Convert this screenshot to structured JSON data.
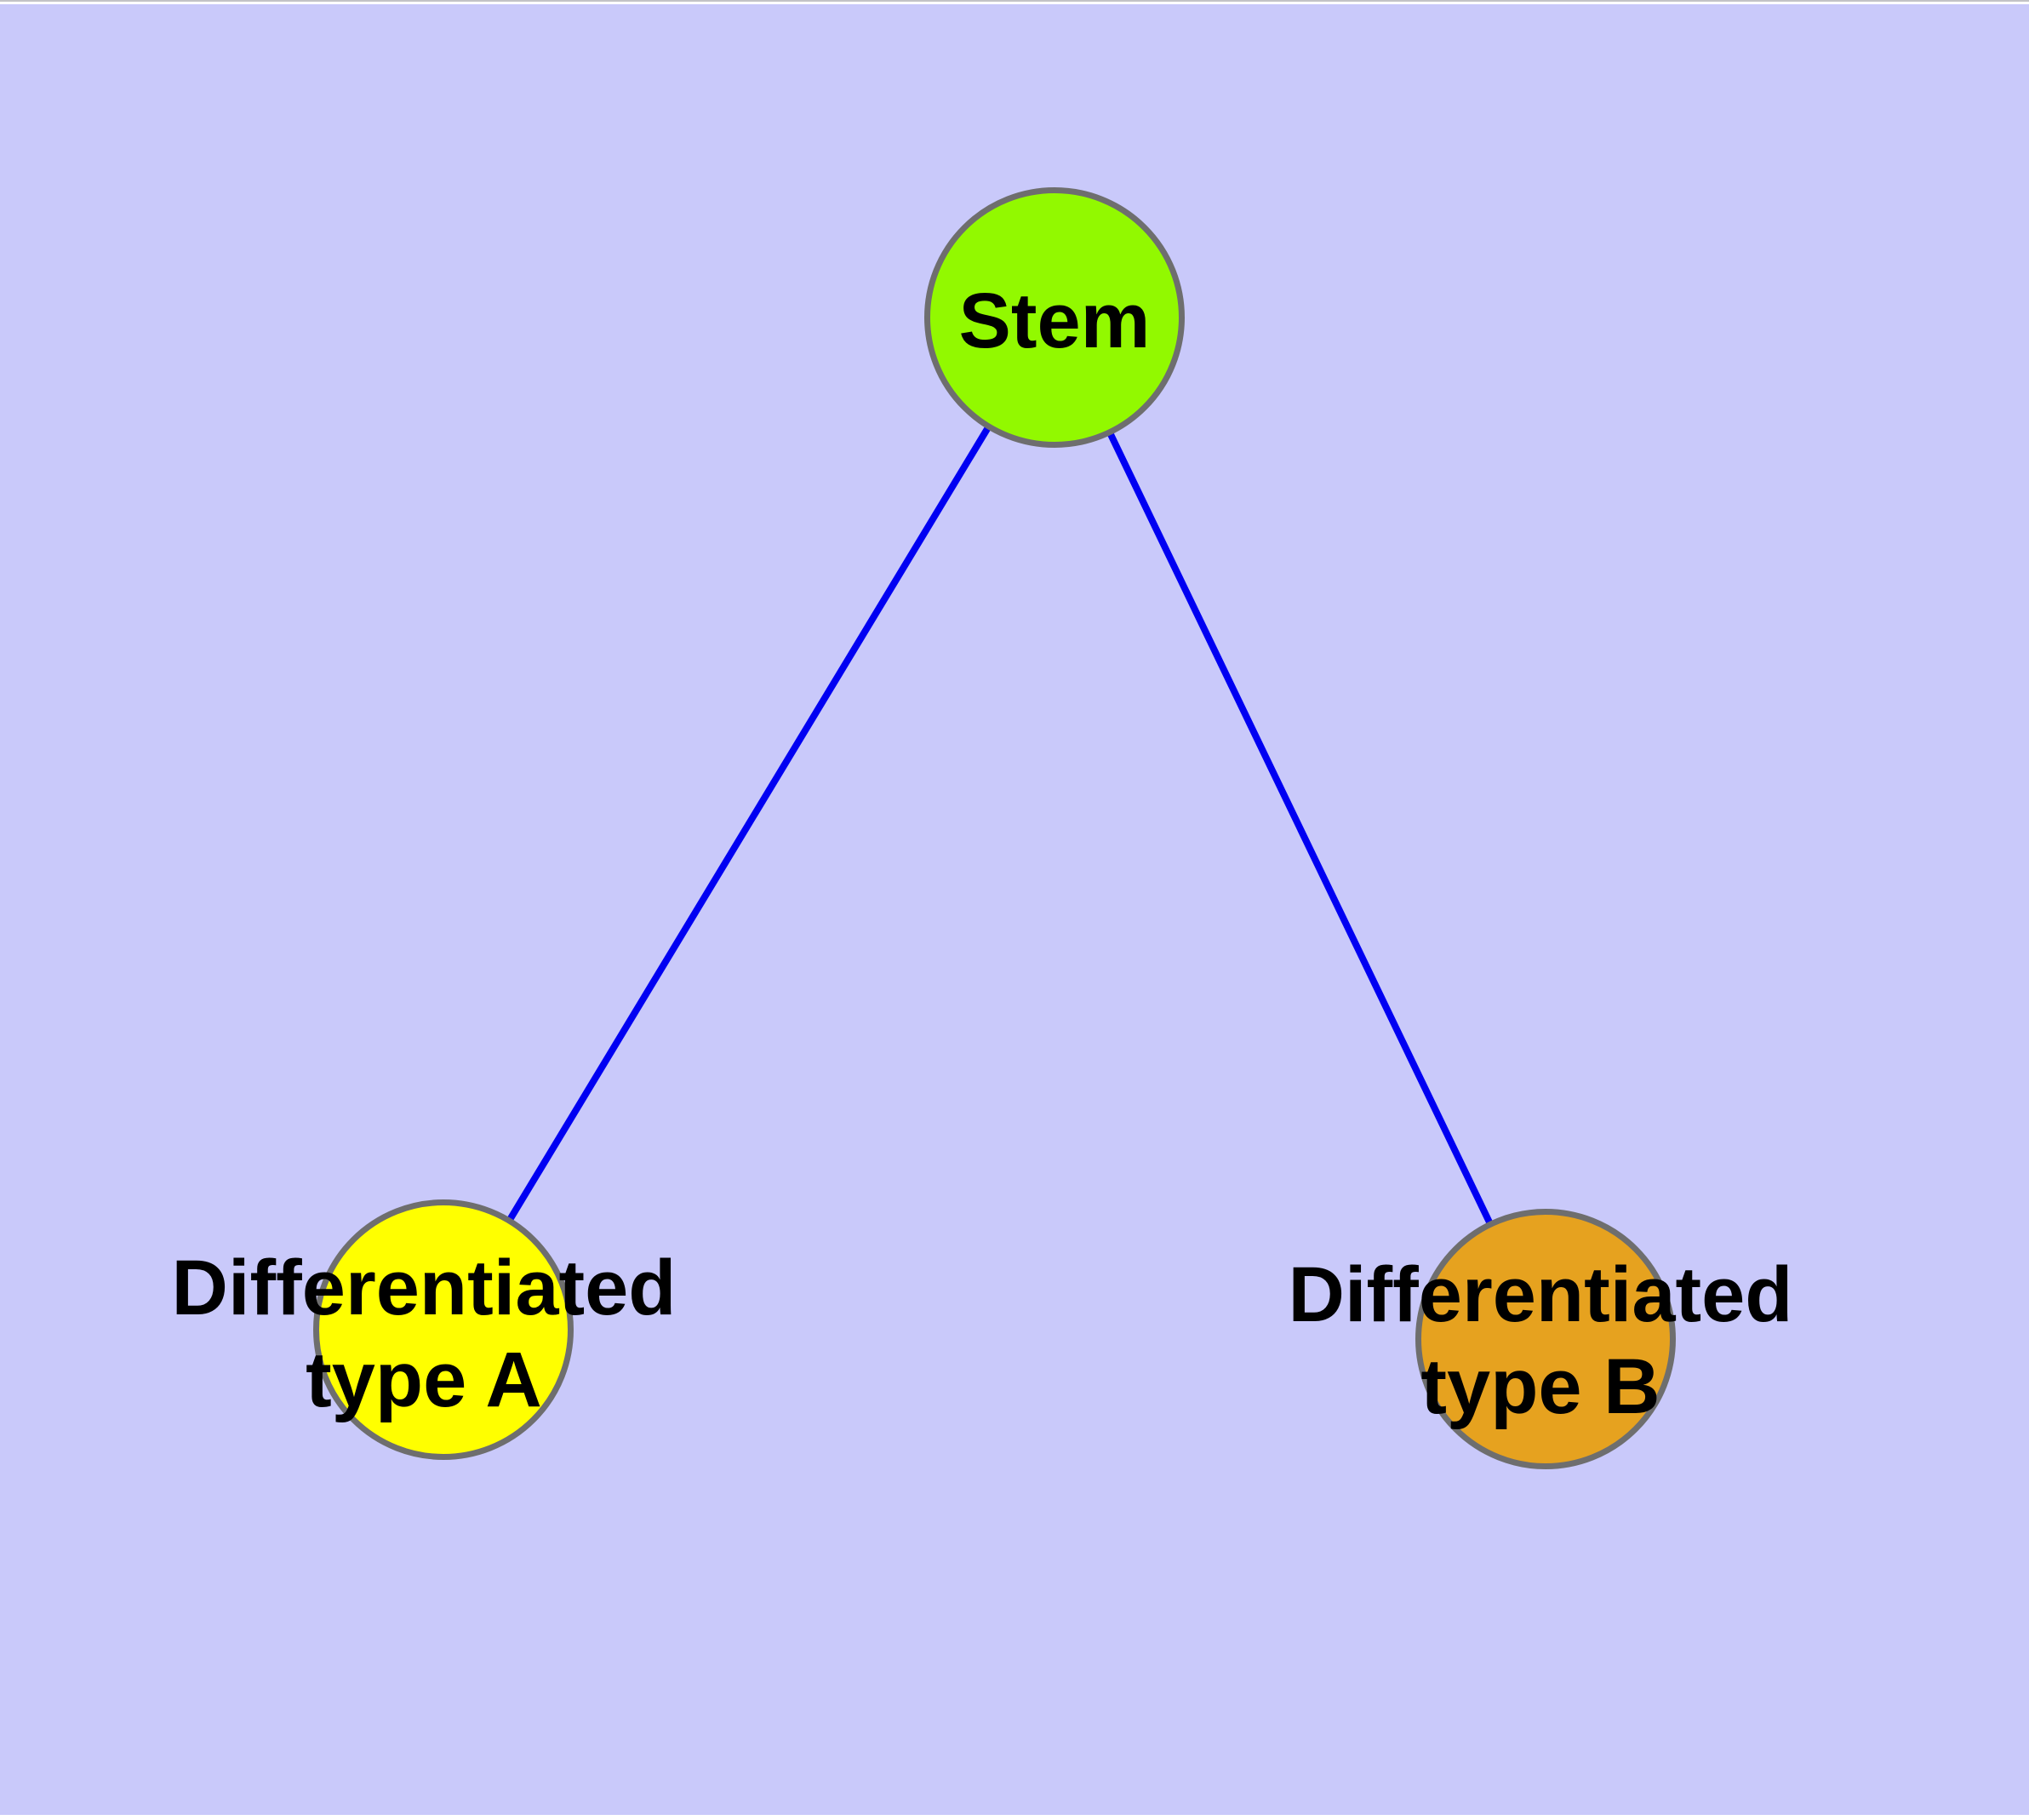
{
  "diagram": {
    "background_color": "#c9c9fa",
    "page_margin_color": "#ffffff",
    "node_border_color": "#6e6e6e",
    "edge_color": "#0000f2",
    "text_color": "#000000",
    "nodes": [
      {
        "id": "stem",
        "label": "Stem",
        "label_lines": [
          "Stem"
        ],
        "fill": "#92f900"
      },
      {
        "id": "differentiated-type-a",
        "label": "Differentiated type A",
        "label_lines": [
          "Differentiated",
          "type A"
        ],
        "fill": "#ffff00"
      },
      {
        "id": "differentiated-type-b",
        "label": "Differentiated type B",
        "label_lines": [
          "Differentiated",
          "type B"
        ],
        "fill": "#e6a21f"
      }
    ],
    "edges": [
      {
        "from": "stem",
        "to": "differentiated-type-a"
      },
      {
        "from": "stem",
        "to": "differentiated-type-b"
      }
    ]
  }
}
